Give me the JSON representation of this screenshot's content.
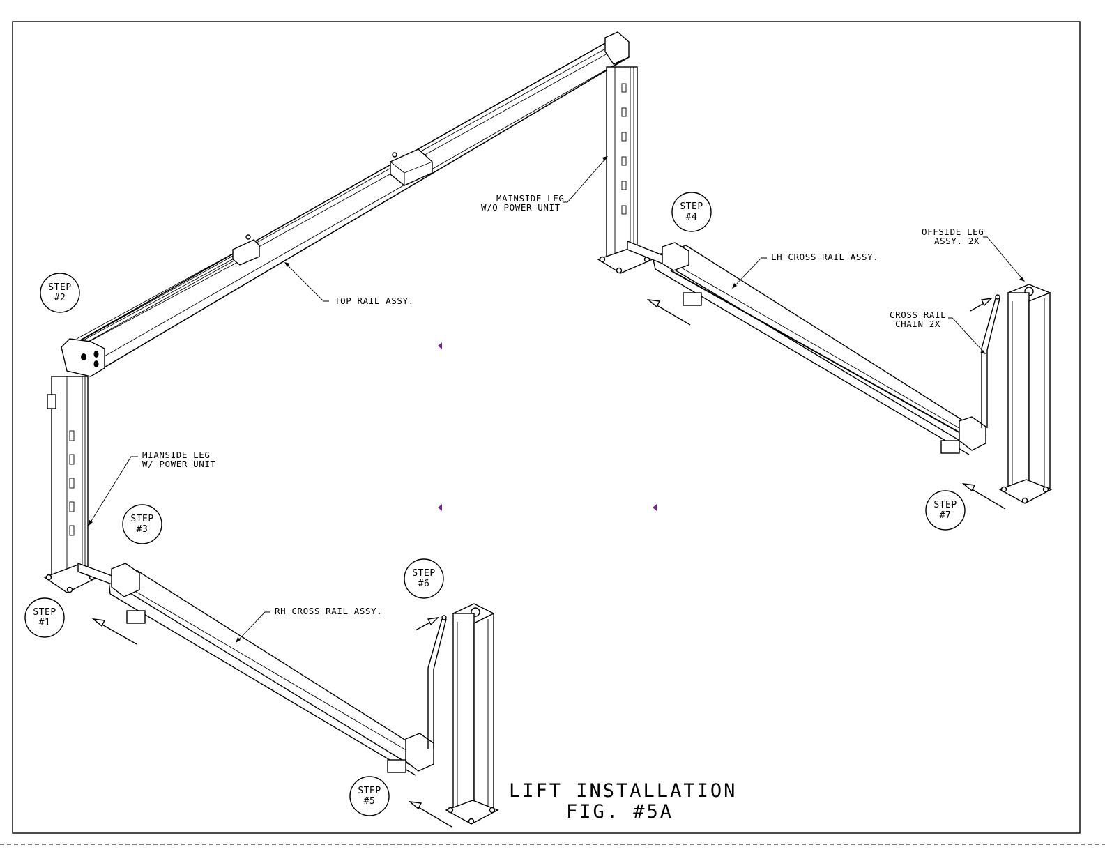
{
  "title": {
    "line1": "LIFT INSTALLATION",
    "line2": "FIG. #5A"
  },
  "labels": {
    "top_rail": "TOP RAIL ASSY.",
    "mainside_leg_l1": "MAINSIDE LEG",
    "mainside_leg_l2": "W/O POWER UNIT",
    "mianside_leg_l1": "MIANSIDE LEG",
    "mianside_leg_l2": "W/ POWER UNIT",
    "lh_cross_rail": "LH CROSS RAIL ASSY.",
    "rh_cross_rail": "RH CROSS RAIL ASSY.",
    "offside_leg_l1": "OFFSIDE LEG",
    "offside_leg_l2": "ASSY.  2X",
    "cross_rail_chain_l1": "CROSS RAIL",
    "cross_rail_chain_l2": "CHAIN  2X"
  },
  "steps": [
    {
      "l1": "STEP",
      "l2": "#1"
    },
    {
      "l1": "STEP",
      "l2": "#2"
    },
    {
      "l1": "STEP",
      "l2": "#3"
    },
    {
      "l1": "STEP",
      "l2": "#4"
    },
    {
      "l1": "STEP",
      "l2": "#5"
    },
    {
      "l1": "STEP",
      "l2": "#6"
    },
    {
      "l1": "STEP",
      "l2": "#7"
    }
  ]
}
